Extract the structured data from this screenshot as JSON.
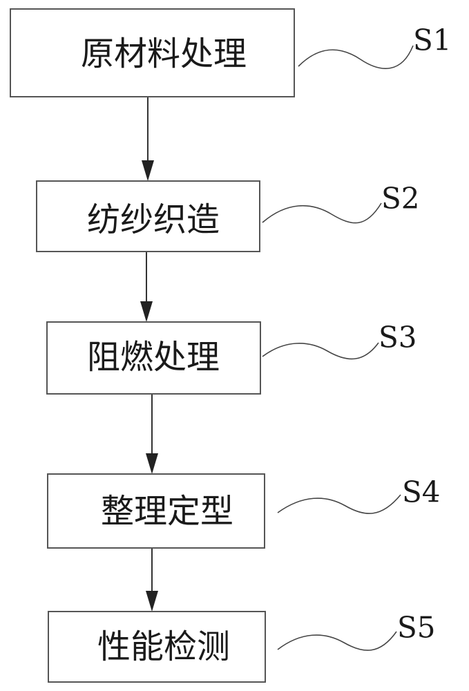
{
  "flowchart": {
    "steps": [
      {
        "label": "S1",
        "text": "原材料处理"
      },
      {
        "label": "S2",
        "text": "纺纱织造"
      },
      {
        "label": "S3",
        "text": "阻燃处理"
      },
      {
        "label": "S4",
        "text": "整理定型"
      },
      {
        "label": "S5",
        "text": "性能检测"
      }
    ]
  },
  "colors": {
    "background": "#ffffff",
    "stroke": "#555555",
    "text": "#1a1a1a"
  }
}
